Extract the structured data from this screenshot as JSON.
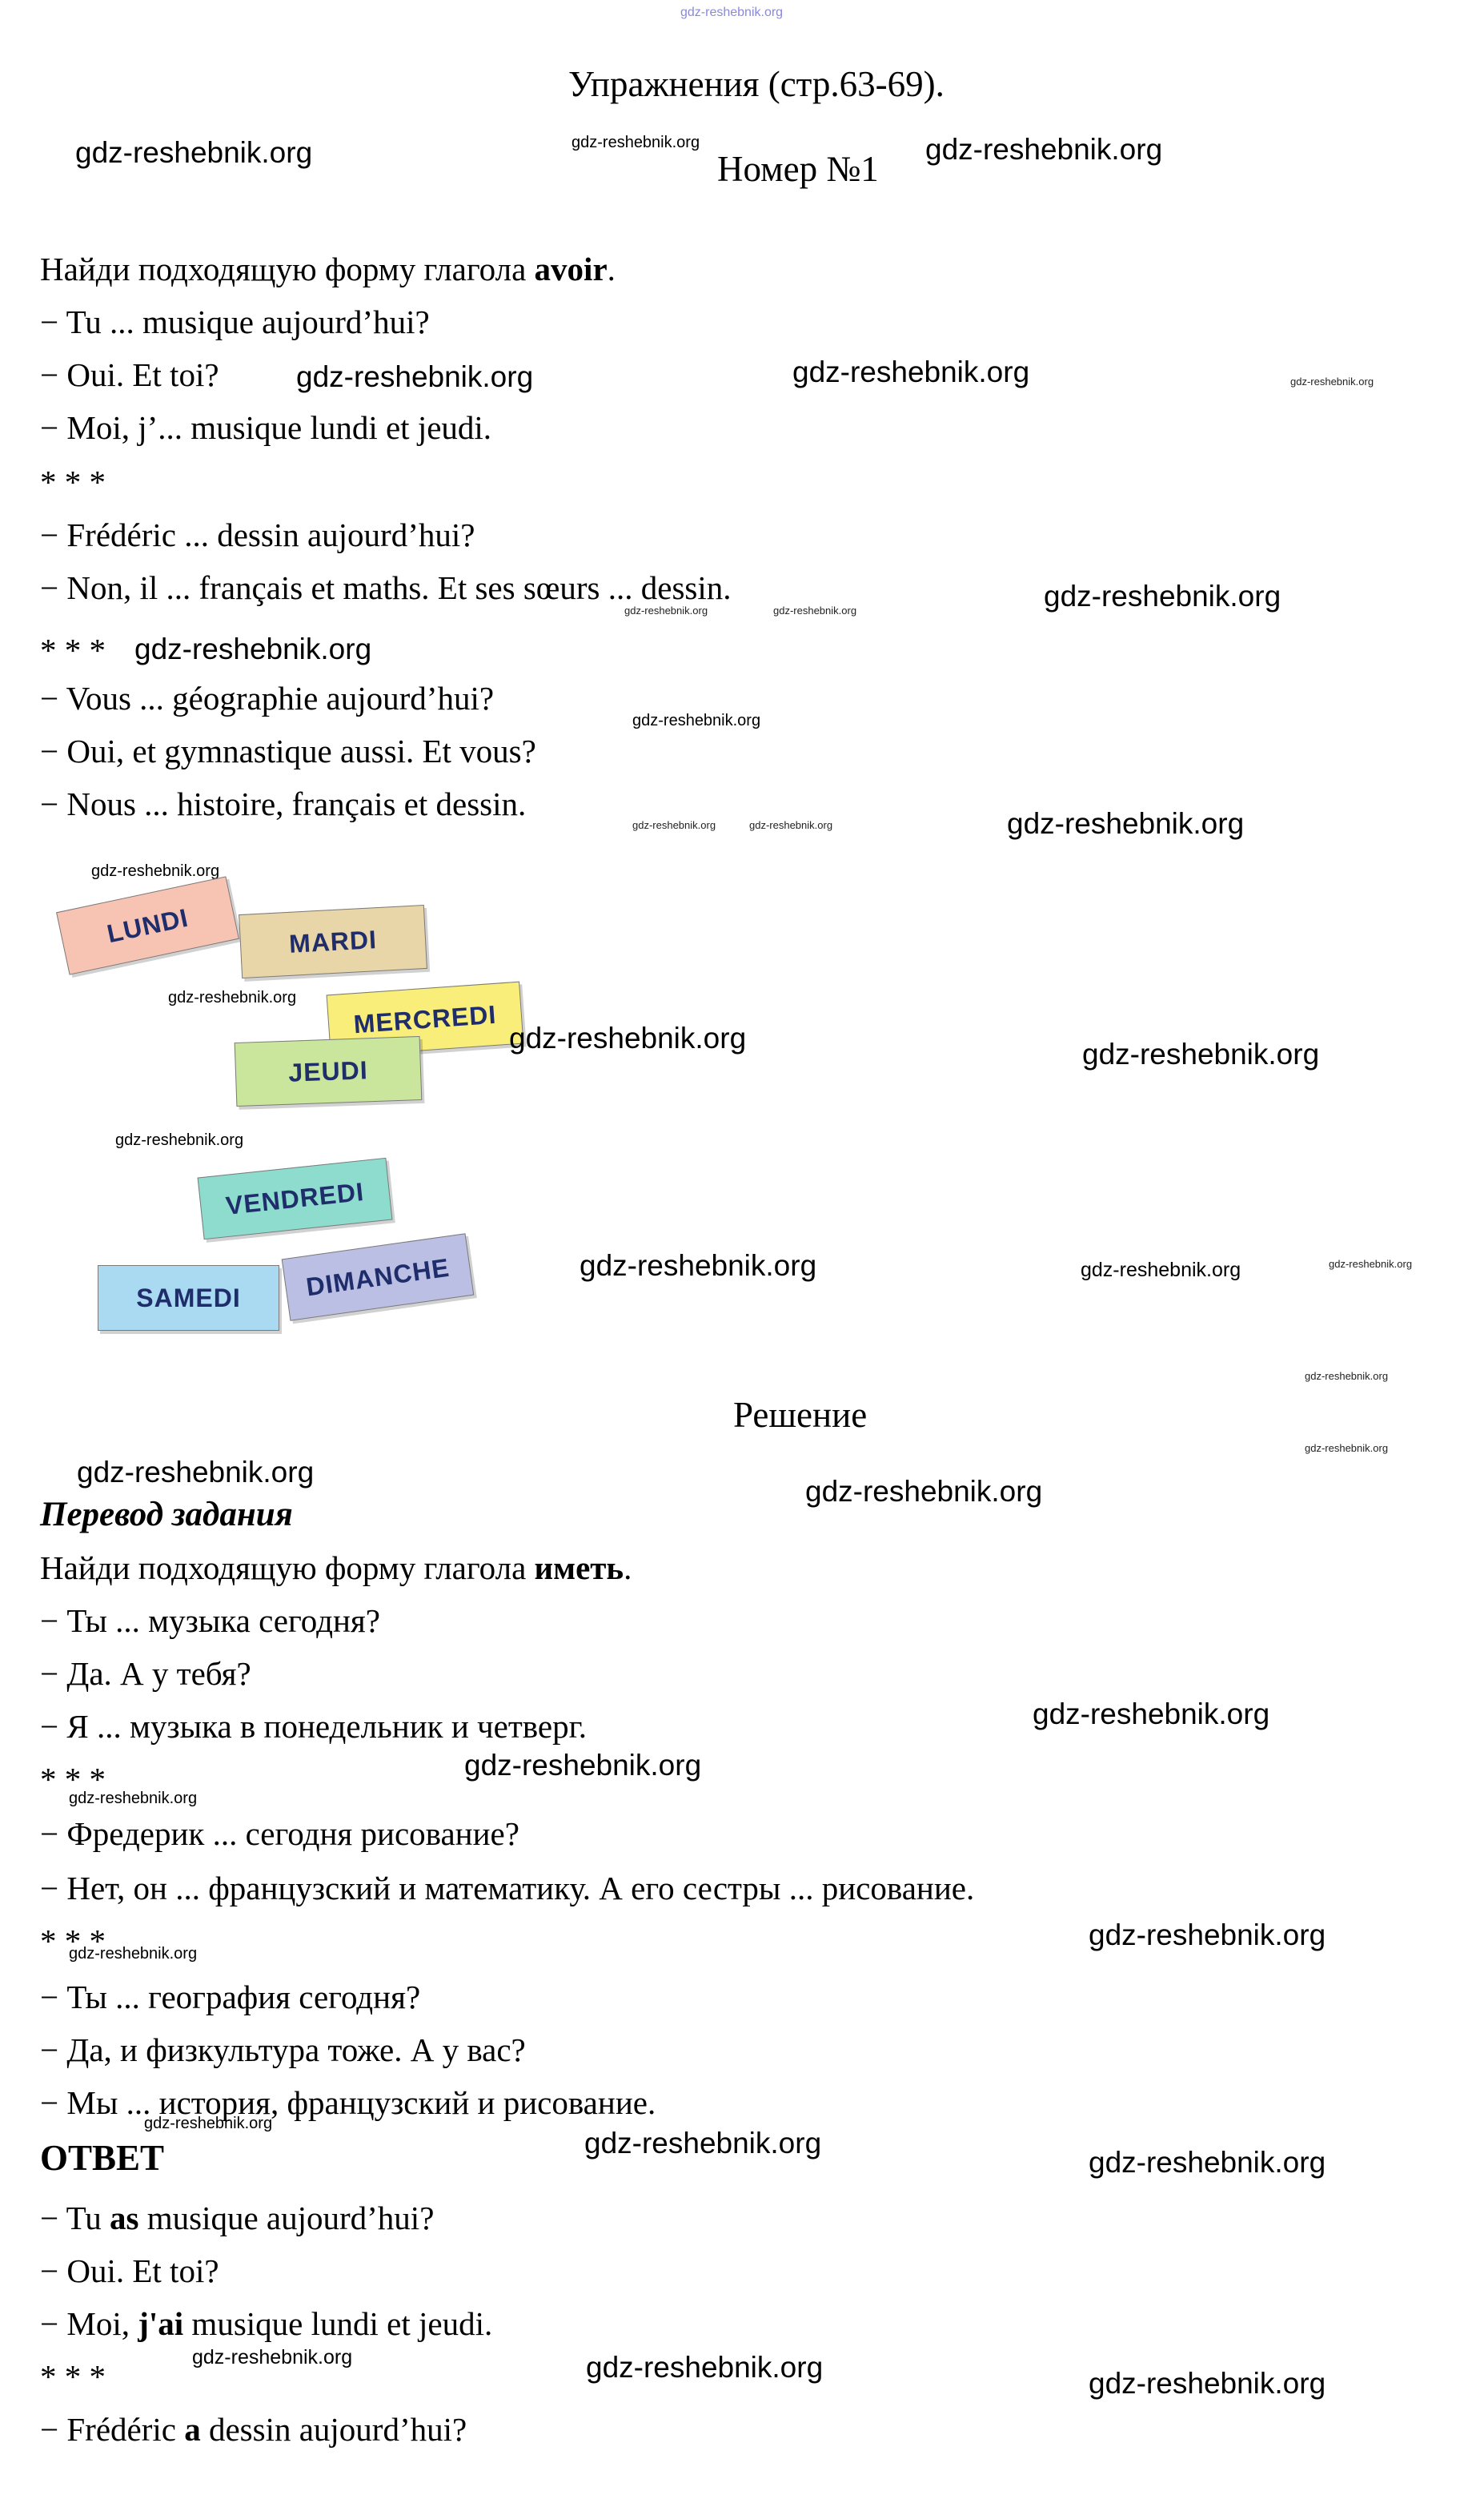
{
  "watermark": "gdz-reshebnik.org",
  "header": {
    "title": "Упражнения (стр.63-69).",
    "exercise_number": "Номер №1"
  },
  "task": {
    "intro": {
      "pre": "Найди подходящую форму глагола ",
      "bold": "avoir",
      "post": "."
    },
    "lines": [
      "− Tu ... musique aujourd’hui?",
      "− Oui. Et toi?",
      "− Moi, j’... musique lundi et jeudi.",
      "* * *",
      "− Frédéric ... dessin aujourd’hui?",
      "− Non, il ... français et maths. Et ses sœurs ... dessin.",
      "* * *",
      "− Vous ... géographie aujourd’hui?",
      "− Oui, et gymnastique aussi. Et vous?",
      "− Nous ... histoire, français et dessin."
    ]
  },
  "days": {
    "items": [
      {
        "label": "LUNDI",
        "color": "#f7c4b4"
      },
      {
        "label": "MARDI",
        "color": "#e9d6a8"
      },
      {
        "label": "MERCREDI",
        "color": "#f8ee79"
      },
      {
        "label": "JEUDI",
        "color": "#c9e69c"
      },
      {
        "label": "VENDREDI",
        "color": "#8edcce"
      },
      {
        "label": "SAMEDI",
        "color": "#a9daf2"
      },
      {
        "label": "DIMANCHE",
        "color": "#bcbfe4"
      }
    ],
    "label_color": "#1f2d6b"
  },
  "solution": {
    "heading": "Решение",
    "translation_heading": "Перевод задания",
    "intro": {
      "pre": "Найди подходящую форму глагола ",
      "bold": "иметь",
      "post": "."
    },
    "lines": [
      "− Ты ... музыка сегодня?",
      "− Да. А у тебя?",
      "− Я ... музыка в понедельник и четверг.",
      "* * *",
      "− Фредерик ... сегодня рисование?",
      "− Нет, он ... французский и математику. А его сестры ... рисование.",
      "* * *",
      "− Ты ... география сегодня?",
      "− Да, и физкультура тоже. А у вас?",
      "− Мы ... история, французский и рисование."
    ],
    "answer_heading": "ОТВЕТ",
    "answer_lines": [
      {
        "pre": "− Tu ",
        "bold": "as",
        "post": " musique aujourd’hui?"
      },
      {
        "pre": "− Oui. Et toi?",
        "bold": "",
        "post": ""
      },
      {
        "pre": "− Moi, ",
        "bold": "j'ai",
        "post": " musique lundi et jeudi."
      },
      {
        "pre": "* * *",
        "bold": "",
        "post": ""
      },
      {
        "pre": "− Frédéric ",
        "bold": "a",
        "post": " dessin aujourd’hui?"
      }
    ]
  }
}
